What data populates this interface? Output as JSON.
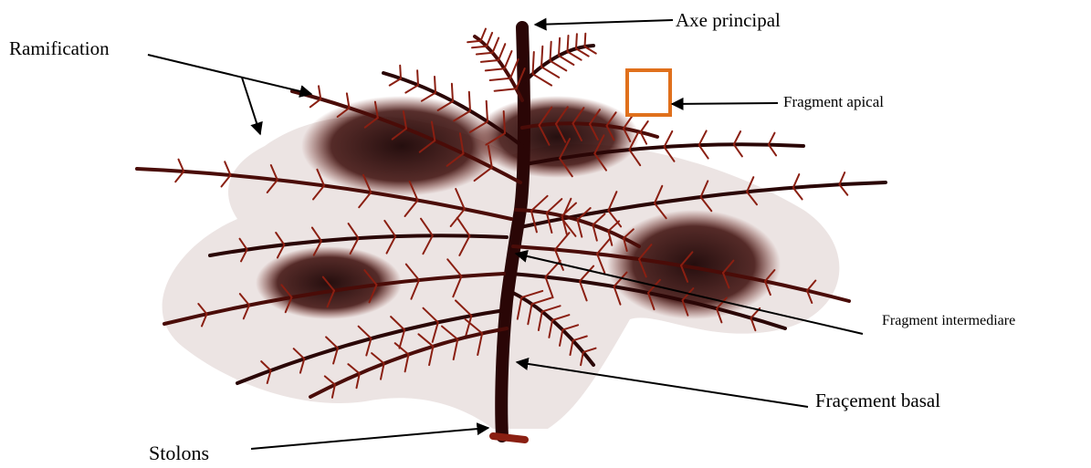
{
  "figure": {
    "labels": {
      "axe_principal": "Axe principal",
      "ramification": "Ramification",
      "fragment_apical": "Fragment apical",
      "fragment_intermediaire": "Fragment intermediare",
      "fragment_basal": "Fraçement basal",
      "stolons": "Stolons"
    },
    "colors": {
      "thallus_dark": "#2a0606",
      "thallus_red": "#8a1f12",
      "background_wash": "#ece4e3",
      "highlight_box": "#e0701c",
      "arrow": "#000000"
    }
  }
}
